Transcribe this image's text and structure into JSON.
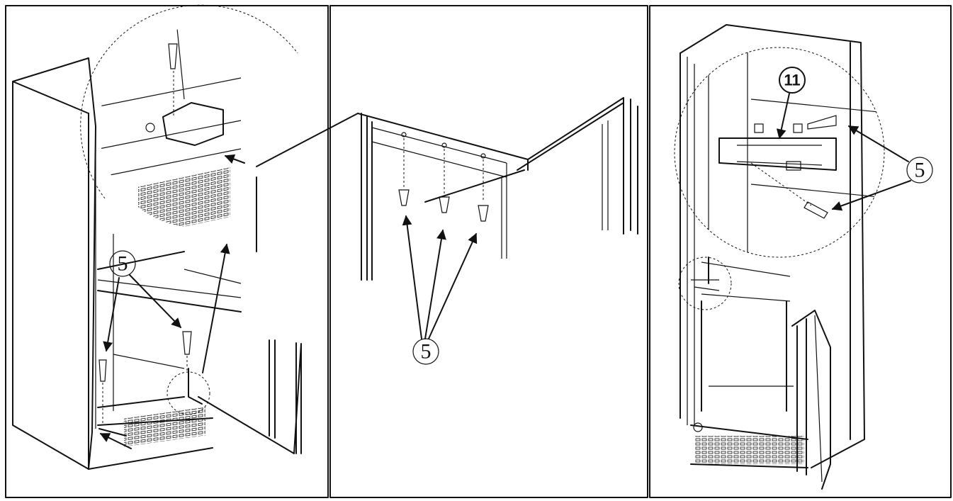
{
  "panels": [
    {
      "callouts": [
        {
          "text": "5"
        }
      ]
    },
    {
      "callouts": [
        {
          "text": "5"
        }
      ]
    },
    {
      "callouts": [
        {
          "text": "11"
        },
        {
          "text": "5"
        }
      ]
    }
  ]
}
